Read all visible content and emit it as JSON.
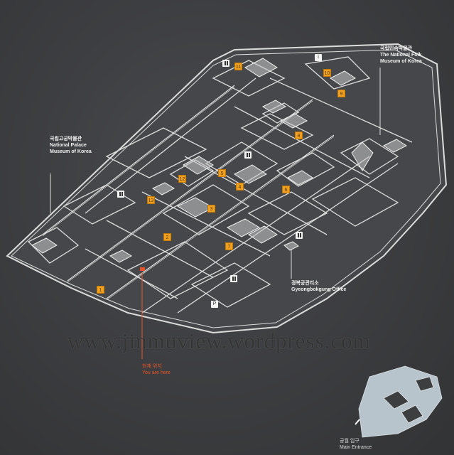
{
  "labels": {
    "palace_museum": {
      "ko": "국립고궁박물관",
      "en1": "National Palace",
      "en2": "Museum of Korea"
    },
    "folk_museum": {
      "ko": "국립민속박물관",
      "en1": "The National Folk",
      "en2": "Museum of Korea"
    },
    "office": {
      "ko": "경복궁관리소",
      "en1": "Gyeongbokgung Office"
    },
    "you_are_here": {
      "ko": "현재 위치",
      "en1": "You are here"
    },
    "main_entrance": {
      "ko": "궁궐 입구",
      "en1": "Main Entrance"
    }
  },
  "markers": [
    "1",
    "2",
    "3",
    "4",
    "5",
    "6",
    "7",
    "8",
    "9",
    "10",
    "11",
    "12",
    "13"
  ],
  "icons": {
    "restroom": "restroom-icon",
    "parking": "P",
    "info": "i"
  },
  "watermark": "www.jinmuview.wordpress.com",
  "colors": {
    "background": "#3c3d3f",
    "lines": "#e6e6e6",
    "marker": "#f0a020",
    "here": "#e8542a"
  }
}
